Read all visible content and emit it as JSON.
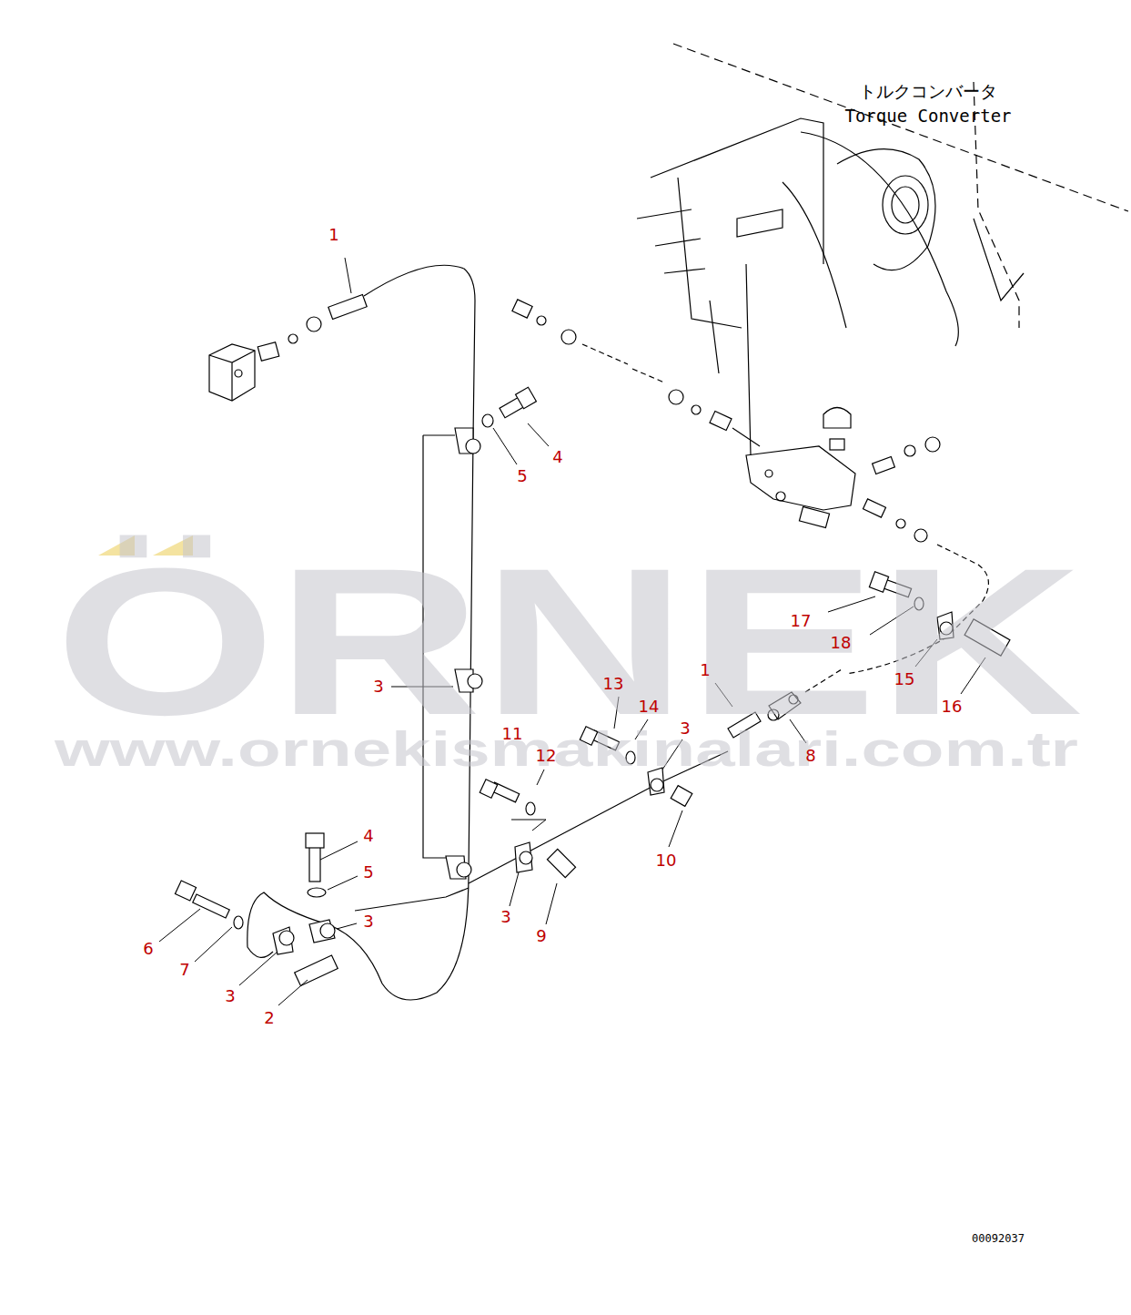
{
  "diagram": {
    "labels": [
      "ÖRNEK",
      "www.ornekismakinalari.com.tr",
      "トルクコンバータ",
      "Torque Converter",
      "1",
      "4",
      "5",
      "17",
      "18",
      "15",
      "16",
      "3",
      "13",
      "14",
      "1",
      "3",
      "11",
      "12",
      "8",
      "10",
      "4",
      "5",
      "3",
      "3",
      "9",
      "6",
      "7",
      "3",
      "2",
      "00092037"
    ]
  }
}
